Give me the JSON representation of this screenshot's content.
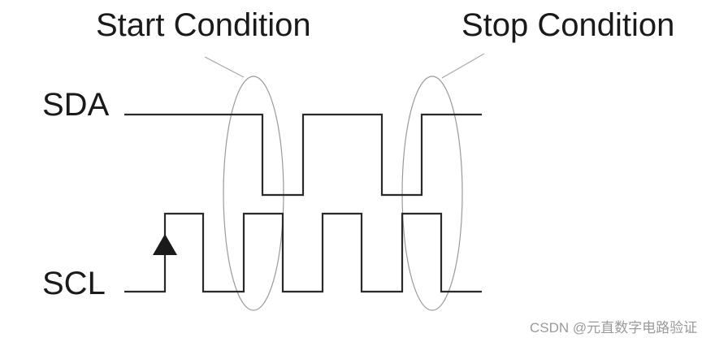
{
  "labels": {
    "start_condition": "Start Condition",
    "stop_condition": "Stop Condition",
    "sda": "SDA",
    "scl": "SCL"
  },
  "watermark": "CSDN @元直数字电路验证"
}
